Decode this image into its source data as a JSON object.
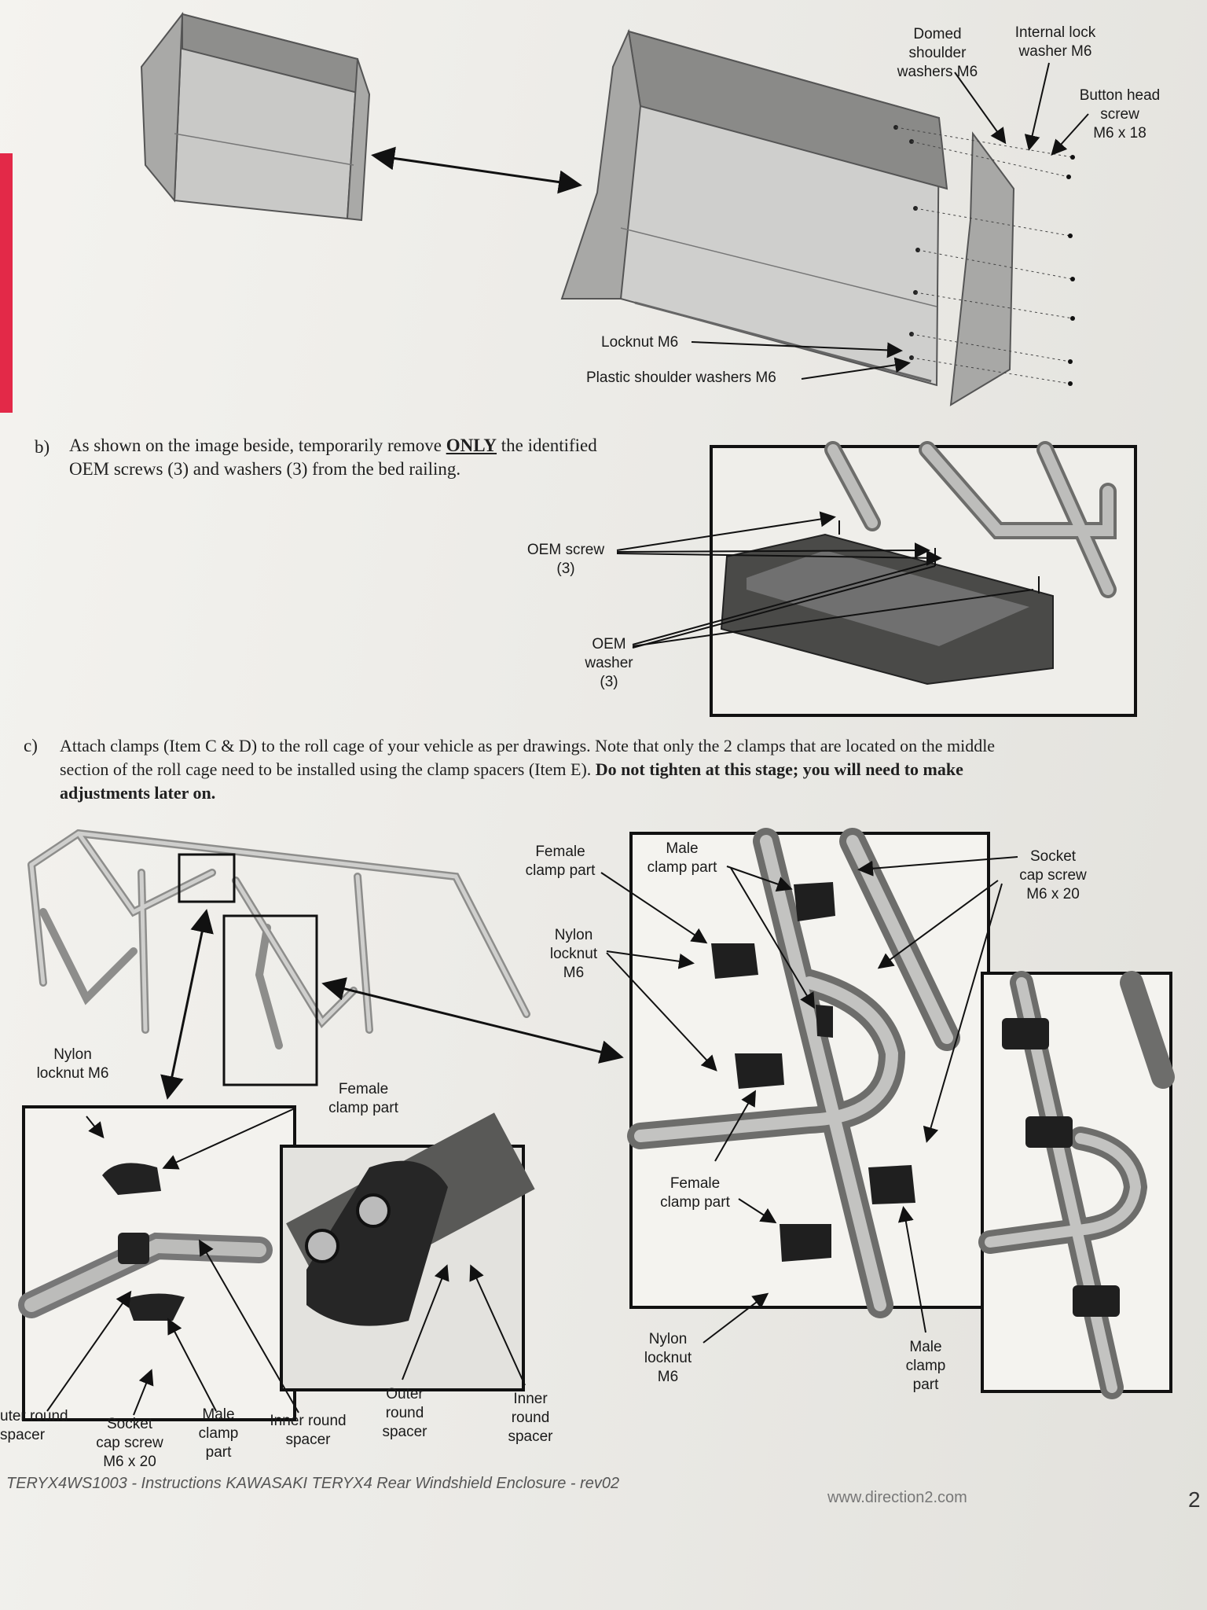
{
  "section_a": {
    "labels": {
      "domed_washers": "Domed\nshoulder\nwashers M6",
      "internal_lock": "Internal lock\nwasher M6",
      "button_head": "Button head\nscrew\nM6 x 18",
      "locknut": "Locknut M6",
      "plastic_washers": "Plastic shoulder washers M6"
    }
  },
  "step_b": {
    "letter": "b)",
    "line1_pre": "As shown on the image beside, temporarily remove ",
    "line1_em": "ONLY",
    "line1_post": " the identified",
    "line2": "OEM screws (3) and washers (3) from the bed railing.",
    "labels": {
      "oem_screw": "OEM screw\n(3)",
      "oem_washer": "OEM\nwasher\n(3)"
    }
  },
  "step_c": {
    "letter": "c)",
    "line1": "Attach clamps (Item C & D) to the roll cage of your vehicle as per drawings.  Note that only the 2 clamps that are located on the middle",
    "line2_pre": "section of the roll cage need to be installed using the clamp spacers (Item E). ",
    "line2_bold": "Do not tighten at this stage; you will need to make",
    "line3_bold": "adjustments later on.",
    "labels": {
      "female_top": "Female\nclamp part",
      "male_top": "Male\nclamp part",
      "socket_right": "Socket\ncap screw\nM6 x 20",
      "nylon_mid": "Nylon\nlocknut\nM6",
      "nylon_left": "Nylon\nlocknut M6",
      "female_left": "Female\nclamp part",
      "female_bottom": "Female\nclamp part",
      "nylon_bottom": "Nylon\nlocknut\nM6",
      "male_bottom": "Male\nclamp\npart",
      "outer_round_left": "uter round\nspacer",
      "socket_left": "Socket\ncap screw\nM6 x 20",
      "male_left": "Male\nclamp\npart",
      "inner_round_left": "Inner round\nspacer",
      "outer_round": "Outer\nround\nspacer",
      "inner_round": "Inner\nround\nspacer"
    }
  },
  "footer": {
    "doc": "TERYX4WS1003 - Instructions KAWASAKI TERYX4 Rear Windshield Enclosure - rev02",
    "url": "www.direction2.com",
    "page": "2"
  }
}
